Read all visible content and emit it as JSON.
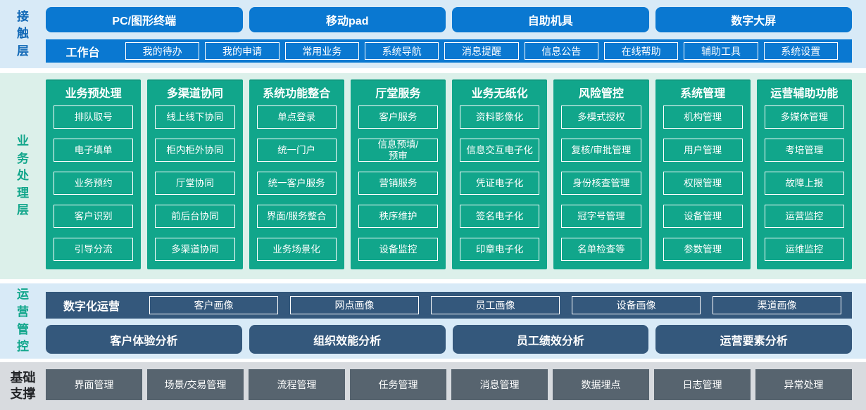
{
  "colors": {
    "accent_blue": "#0a78d1",
    "teal": "#11a68b",
    "dark_slate": "#34587c",
    "gray_button": "#57646f",
    "band_blue_bg": "#d8eaf7",
    "band_green_bg": "#dcf0ea",
    "band_gray_bg": "#d8dbdf",
    "label_blue": "#1168b6",
    "label_teal": "#11a68b"
  },
  "contact": {
    "label": "接\n触\n层",
    "terminals": [
      "PC/图形终端",
      "移动pad",
      "自助机具",
      "数字大屏"
    ],
    "workbench": {
      "label": "工作台",
      "items": [
        "我的待办",
        "我的申请",
        "常用业务",
        "系统导航",
        "消息提醒",
        "信息公告",
        "在线帮助",
        "辅助工具",
        "系统设置"
      ]
    }
  },
  "business": {
    "label": "业\n务\n处\n理\n层",
    "columns": [
      {
        "title": "业务预处理",
        "items": [
          "排队取号",
          "电子填单",
          "业务预约",
          "客户识别",
          "引导分流"
        ]
      },
      {
        "title": "多渠道协同",
        "items": [
          "线上线下协同",
          "柜内柜外协同",
          "厅堂协同",
          "前后台协同",
          "多渠道协同"
        ]
      },
      {
        "title": "系统功能整合",
        "items": [
          "单点登录",
          "统一门户",
          "统一客户服务",
          "界面/服务整合",
          "业务场景化"
        ]
      },
      {
        "title": "厅堂服务",
        "items": [
          "客户服务",
          "信息预填/\n预审",
          "营销服务",
          "秩序维护",
          "设备监控"
        ]
      },
      {
        "title": "业务无纸化",
        "items": [
          "资料影像化",
          "信息交互电子化",
          "凭证电子化",
          "签名电子化",
          "印章电子化"
        ]
      },
      {
        "title": "风险管控",
        "items": [
          "多模式授权",
          "复核/审批管理",
          "身份核查管理",
          "冠字号管理",
          "名单检查等"
        ]
      },
      {
        "title": "系统管理",
        "items": [
          "机构管理",
          "用户管理",
          "权限管理",
          "设备管理",
          "参数管理"
        ]
      },
      {
        "title": "运营辅助功能",
        "items": [
          "多媒体管理",
          "考培管理",
          "故障上报",
          "运营监控",
          "运维监控"
        ]
      }
    ]
  },
  "operations": {
    "label": "运\n营\n管\n控",
    "digital": {
      "label": "数字化运营",
      "items": [
        "客户画像",
        "网点画像",
        "员工画像",
        "设备画像",
        "渠道画像"
      ]
    },
    "analysis": [
      "客户体验分析",
      "组织效能分析",
      "员工绩效分析",
      "运营要素分析"
    ]
  },
  "foundation": {
    "label": "基础\n支撑",
    "items": [
      "界面管理",
      "场景/交易管理",
      "流程管理",
      "任务管理",
      "消息管理",
      "数据埋点",
      "日志管理",
      "异常处理"
    ]
  }
}
